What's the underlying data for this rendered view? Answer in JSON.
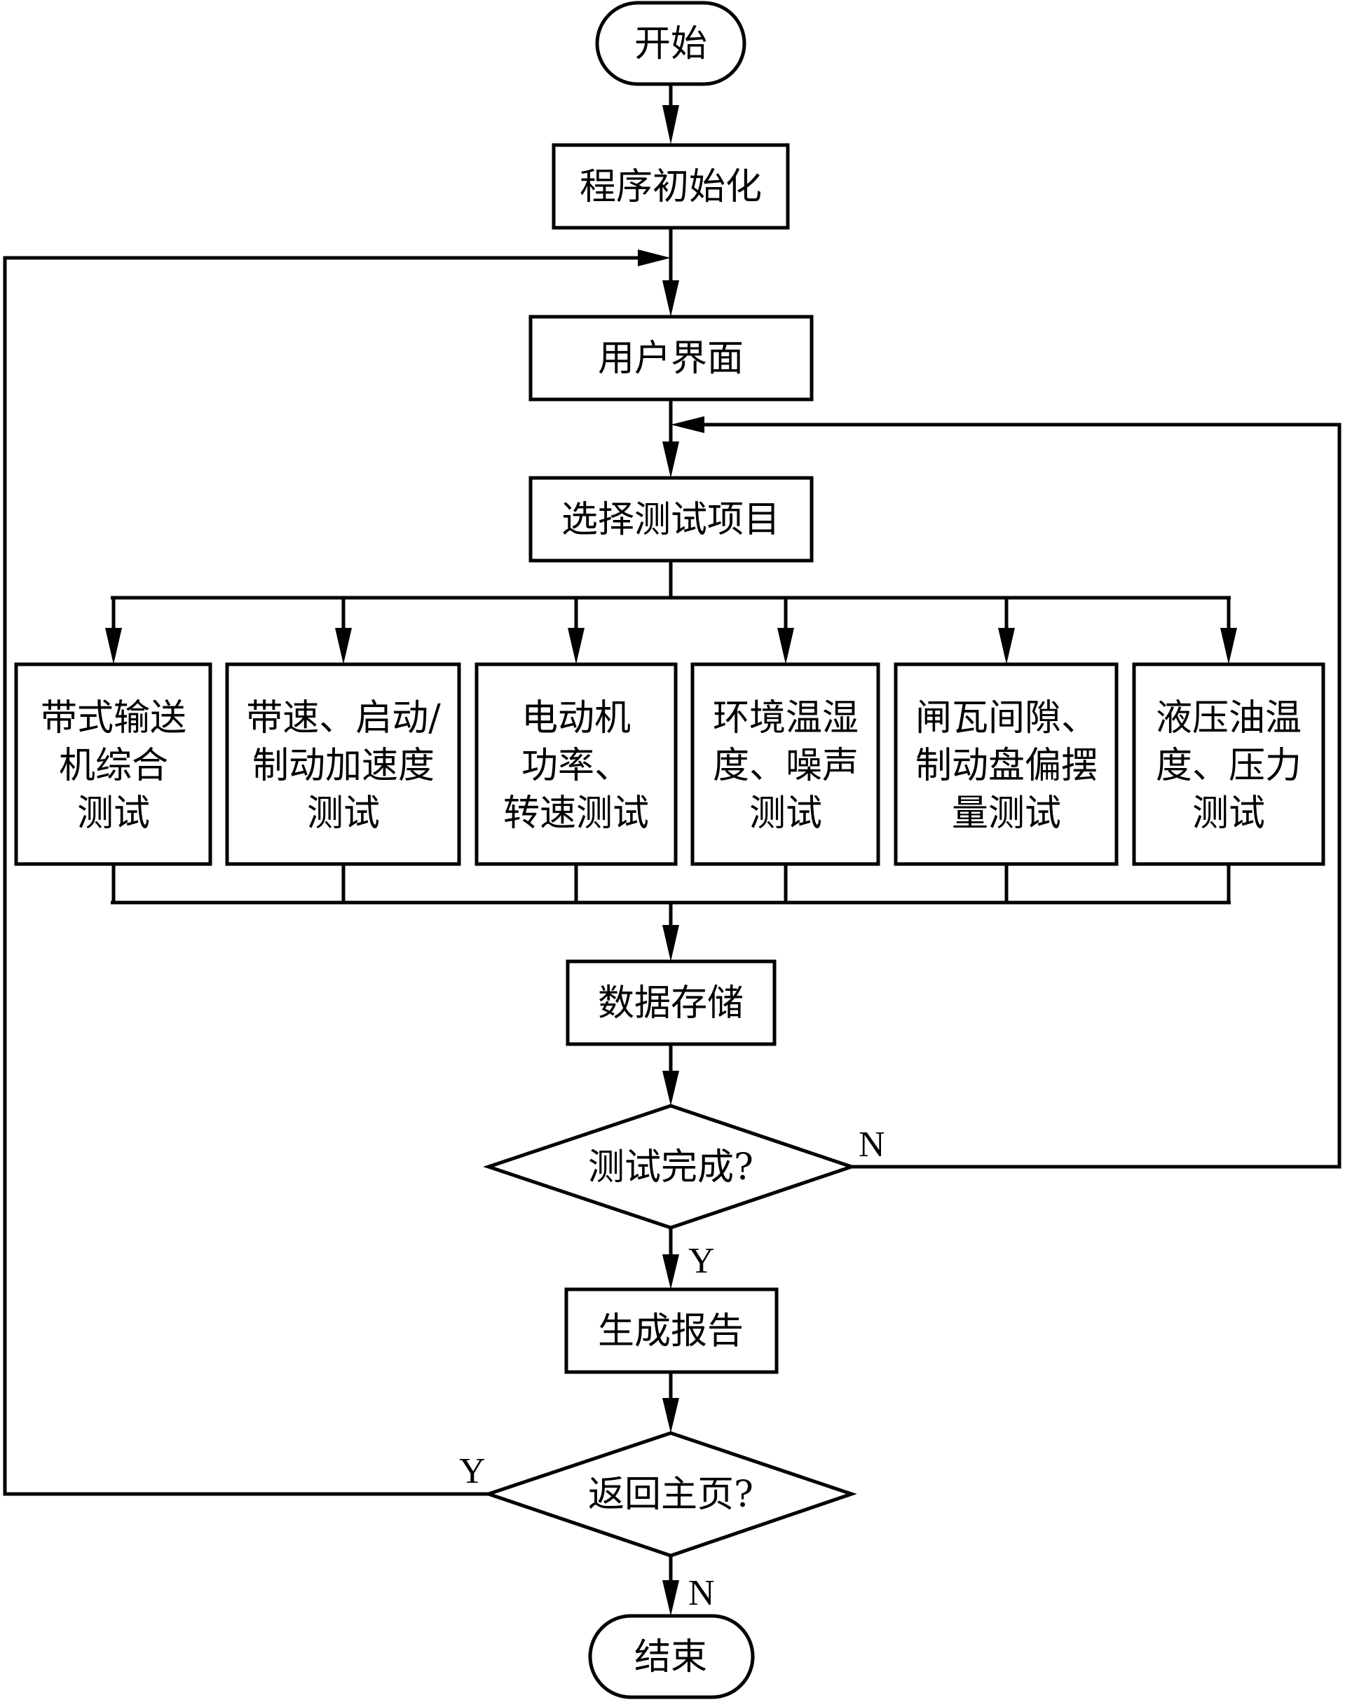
{
  "flowchart": {
    "start": "开始",
    "init": "程序初始化",
    "ui": "用户界面",
    "select": "选择测试项目",
    "tests": [
      {
        "lines": [
          "带式输送",
          "机综合",
          "测试"
        ]
      },
      {
        "lines": [
          "带速、启动/",
          "制动加速度",
          "测试"
        ]
      },
      {
        "lines": [
          "电动机",
          "功率、",
          "转速测试"
        ]
      },
      {
        "lines": [
          "环境温湿",
          "度、噪声",
          "测试"
        ]
      },
      {
        "lines": [
          "闸瓦间隙、",
          "制动盘偏摆",
          "量测试"
        ]
      },
      {
        "lines": [
          "液压油温",
          "度、压力",
          "测试"
        ]
      }
    ],
    "store": "数据存储",
    "decision_complete": "测试完成?",
    "decision_complete_no": "N",
    "decision_complete_yes": "Y",
    "report": "生成报告",
    "decision_home": "返回主页?",
    "decision_home_yes": "Y",
    "decision_home_no": "N",
    "end": "结束"
  }
}
